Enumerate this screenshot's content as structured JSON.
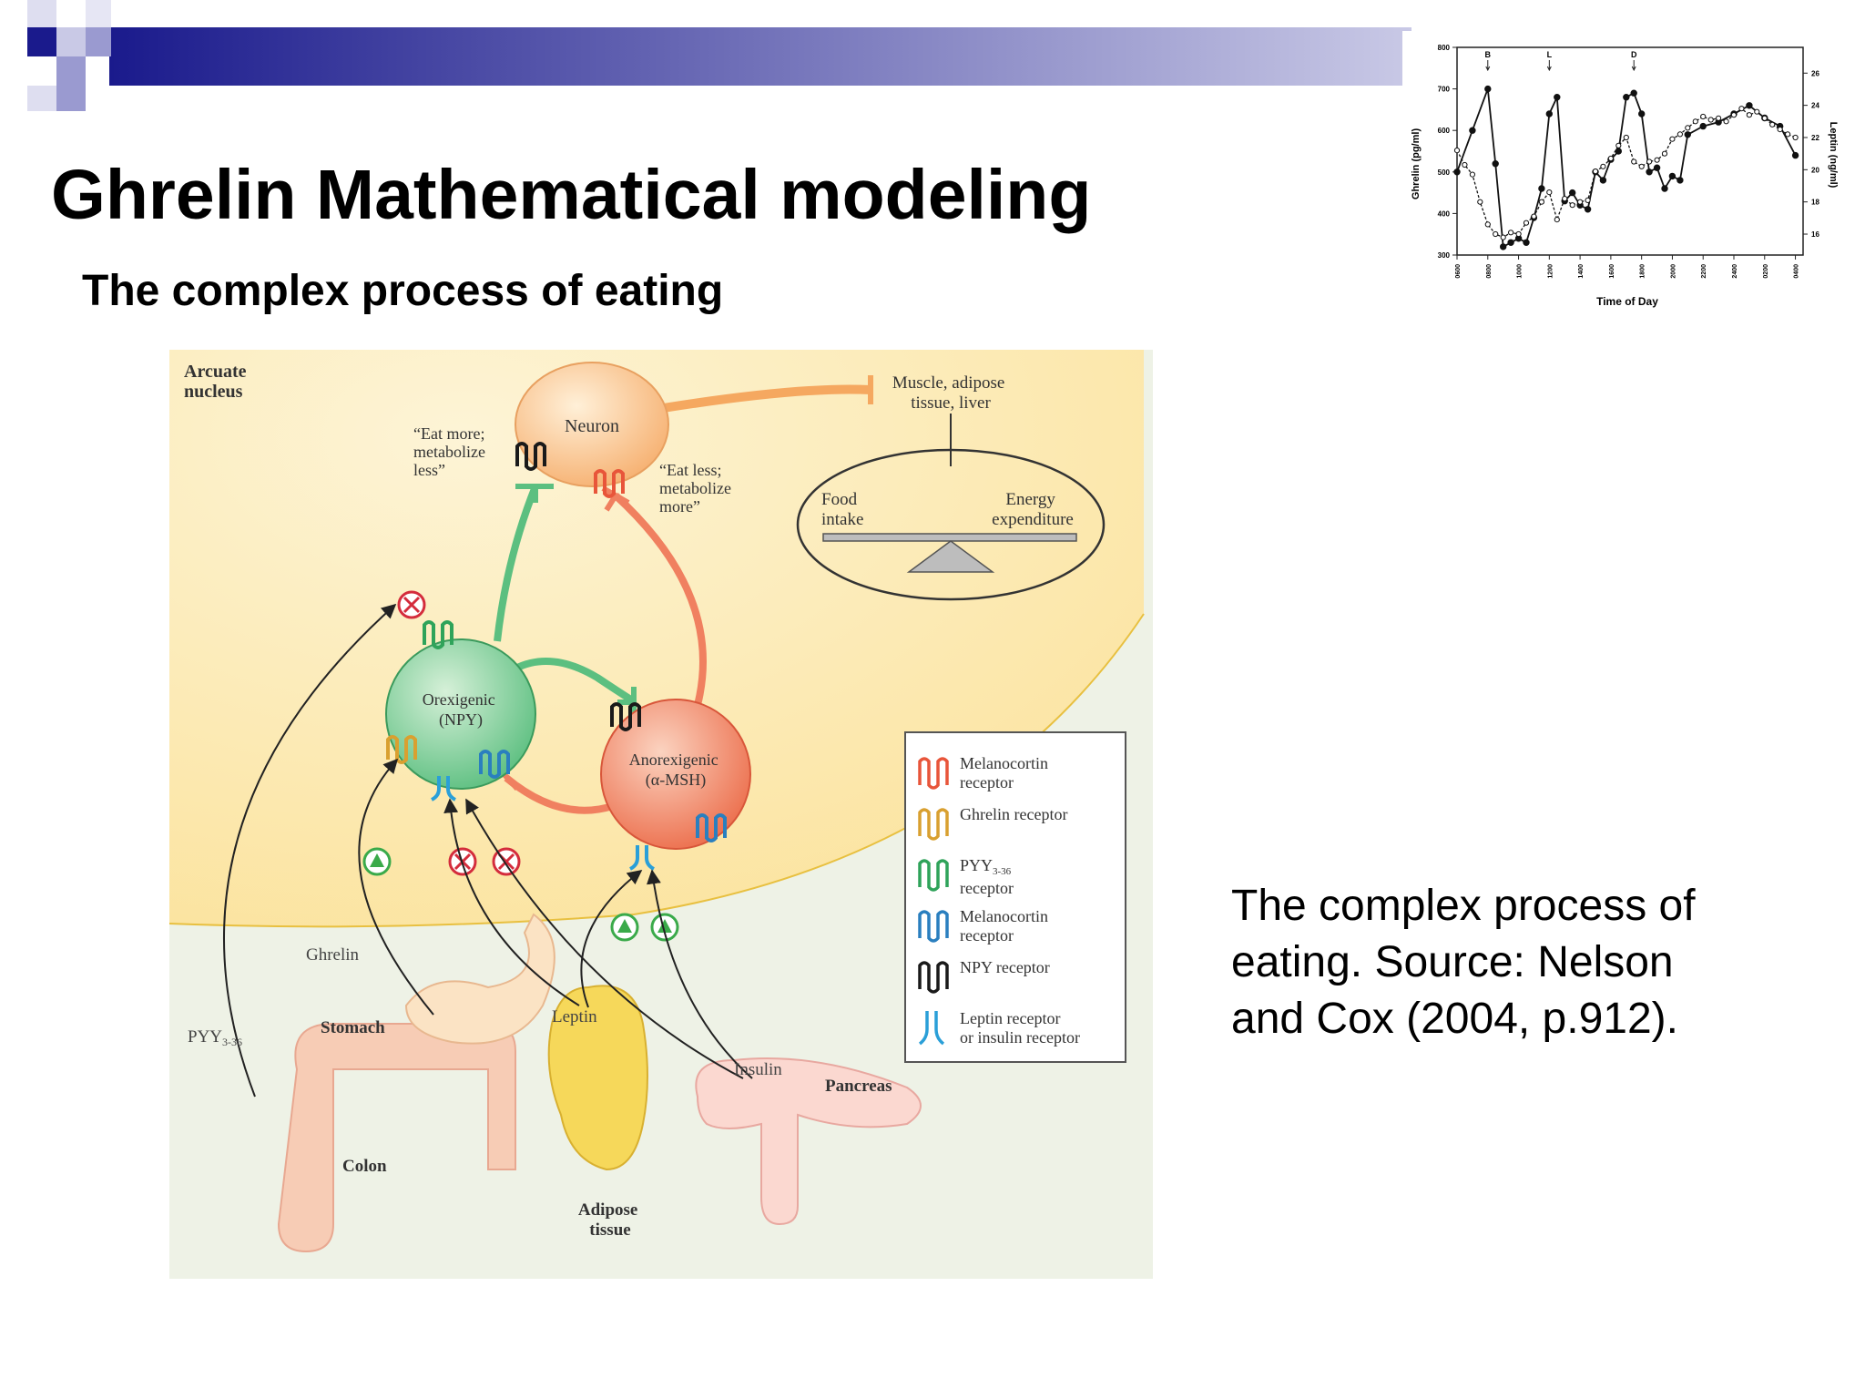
{
  "slide": {
    "title": "Ghrelin Mathematical modeling",
    "subtitle": "The complex process of eating",
    "caption_lines": [
      "The complex process of",
      "eating. Source: Nelson",
      "and Cox (2004, p.912)."
    ]
  },
  "colors": {
    "header_dark": "#1a1a8c",
    "header_light": "#c9c9e6",
    "melanocortin_red": "#e8553a",
    "ghrelin_orange": "#d9a030",
    "pyy_green": "#2fa35a",
    "melanocortin_blue": "#2a7fbf",
    "npy_black": "#1a1a1a",
    "leptin_blue": "#2a9fd8",
    "inhibit_red": "#d42c3c",
    "stimulate_green": "#3aaa4a"
  },
  "diagram": {
    "arcuate_label": [
      "Arcuate",
      "nucleus"
    ],
    "neuron_label": "Neuron",
    "eat_more": [
      "“Eat more;",
      "metabolize",
      "less”"
    ],
    "eat_less": [
      "“Eat less;",
      "metabolize",
      "more”"
    ],
    "muscle_label": [
      "Muscle, adipose",
      "tissue, liver"
    ],
    "food_intake": [
      "Food",
      "intake"
    ],
    "energy_expenditure": [
      "Energy",
      "expenditure"
    ],
    "orexigenic": [
      "Orexigenic",
      "(NPY)"
    ],
    "anorexigenic": [
      "Anorexigenic",
      "(α-MSH)"
    ],
    "ghrelin_label": "Ghrelin",
    "pyy_label": "PYY",
    "pyy_sub": "3-36",
    "stomach_label": "Stomach",
    "colon_label": "Colon",
    "leptin_label": "Leptin",
    "insulin_label": "Insulin",
    "pancreas_label": "Pancreas",
    "adipose_label": [
      "Adipose",
      "tissue"
    ],
    "legend": [
      {
        "icon": "melanocortin-receptor-icon",
        "color": "#e8553a",
        "lines": [
          "Melanocortin",
          "receptor"
        ]
      },
      {
        "icon": "ghrelin-receptor-icon",
        "color": "#d9a030",
        "lines": [
          "Ghrelin receptor"
        ]
      },
      {
        "icon": "pyy-receptor-icon",
        "color": "#2fa35a",
        "lines": [
          "PYY",
          "receptor"
        ],
        "sub": "3-36"
      },
      {
        "icon": "melanocortin-receptor-icon",
        "color": "#2a7fbf",
        "lines": [
          "Melanocortin",
          "receptor"
        ]
      },
      {
        "icon": "npy-receptor-icon",
        "color": "#1a1a1a",
        "lines": [
          "NPY receptor"
        ]
      },
      {
        "icon": "leptin-receptor-icon",
        "color": "#2a9fd8",
        "lines": [
          "Leptin receptor",
          "or insulin receptor"
        ]
      }
    ]
  },
  "chart_data": {
    "type": "line",
    "title": "",
    "xlabel": "Time of Day",
    "ylabel": "Ghrelin (pg/ml)",
    "y2label": "Leptin (ng/ml)",
    "x_ticks": [
      "0600",
      "0800",
      "1000",
      "1200",
      "1400",
      "1600",
      "1800",
      "2000",
      "2200",
      "2400",
      "0200",
      "0400"
    ],
    "y_ticks": [
      300,
      400,
      500,
      600,
      700,
      800
    ],
    "y2_ticks": [
      16,
      18,
      20,
      22,
      24,
      26
    ],
    "ylim": [
      300,
      800
    ],
    "y2lim": [
      14.7,
      27.6
    ],
    "meal_markers": [
      {
        "label": "B",
        "x": 8
      },
      {
        "label": "L",
        "x": 12
      },
      {
        "label": "D",
        "x": 17.5
      }
    ],
    "series": [
      {
        "name": "",
        "style": "solid-filled",
        "axis": "left",
        "x": [
          6,
          7,
          8,
          8.5,
          9,
          9.5,
          10,
          10.5,
          11,
          11.5,
          12,
          12.5,
          13,
          13.5,
          14,
          14.5,
          15,
          15.5,
          16,
          16.5,
          17,
          17.5,
          18,
          18.5,
          19,
          19.5,
          20,
          20.5,
          21,
          22,
          23,
          24,
          25,
          26,
          27,
          28
        ],
        "y": [
          500,
          600,
          700,
          520,
          320,
          330,
          340,
          330,
          390,
          460,
          640,
          680,
          430,
          450,
          420,
          410,
          500,
          480,
          530,
          550,
          680,
          690,
          640,
          500,
          510,
          460,
          490,
          480,
          590,
          610,
          620,
          640,
          660,
          630,
          610,
          540
        ]
      },
      {
        "name": "",
        "style": "dashed-open",
        "axis": "right",
        "x": [
          6,
          6.5,
          7,
          7.5,
          8,
          8.5,
          9,
          9.5,
          10,
          10.5,
          11,
          11.5,
          12,
          12.5,
          13,
          13.5,
          14,
          14.5,
          15,
          15.5,
          16,
          16.5,
          17,
          17.5,
          18,
          18.5,
          19,
          19.5,
          20,
          20.5,
          21,
          21.5,
          22,
          22.5,
          23,
          23.5,
          24,
          24.5,
          25,
          25.5,
          26,
          26.5,
          27,
          27.5,
          28
        ],
        "y": [
          21.2,
          20.3,
          19.7,
          18.0,
          16.6,
          16.0,
          15.8,
          16.1,
          16.0,
          16.7,
          17.1,
          18.0,
          18.6,
          16.9,
          18.2,
          17.8,
          18.0,
          18.1,
          19.9,
          20.2,
          20.7,
          21.5,
          22.0,
          20.5,
          20.2,
          20.5,
          20.6,
          21.0,
          21.9,
          22.2,
          22.6,
          23.0,
          23.3,
          23.1,
          23.2,
          23.0,
          23.4,
          23.8,
          23.4,
          23.6,
          23.2,
          22.8,
          22.5,
          22.2,
          22.0
        ]
      }
    ]
  }
}
